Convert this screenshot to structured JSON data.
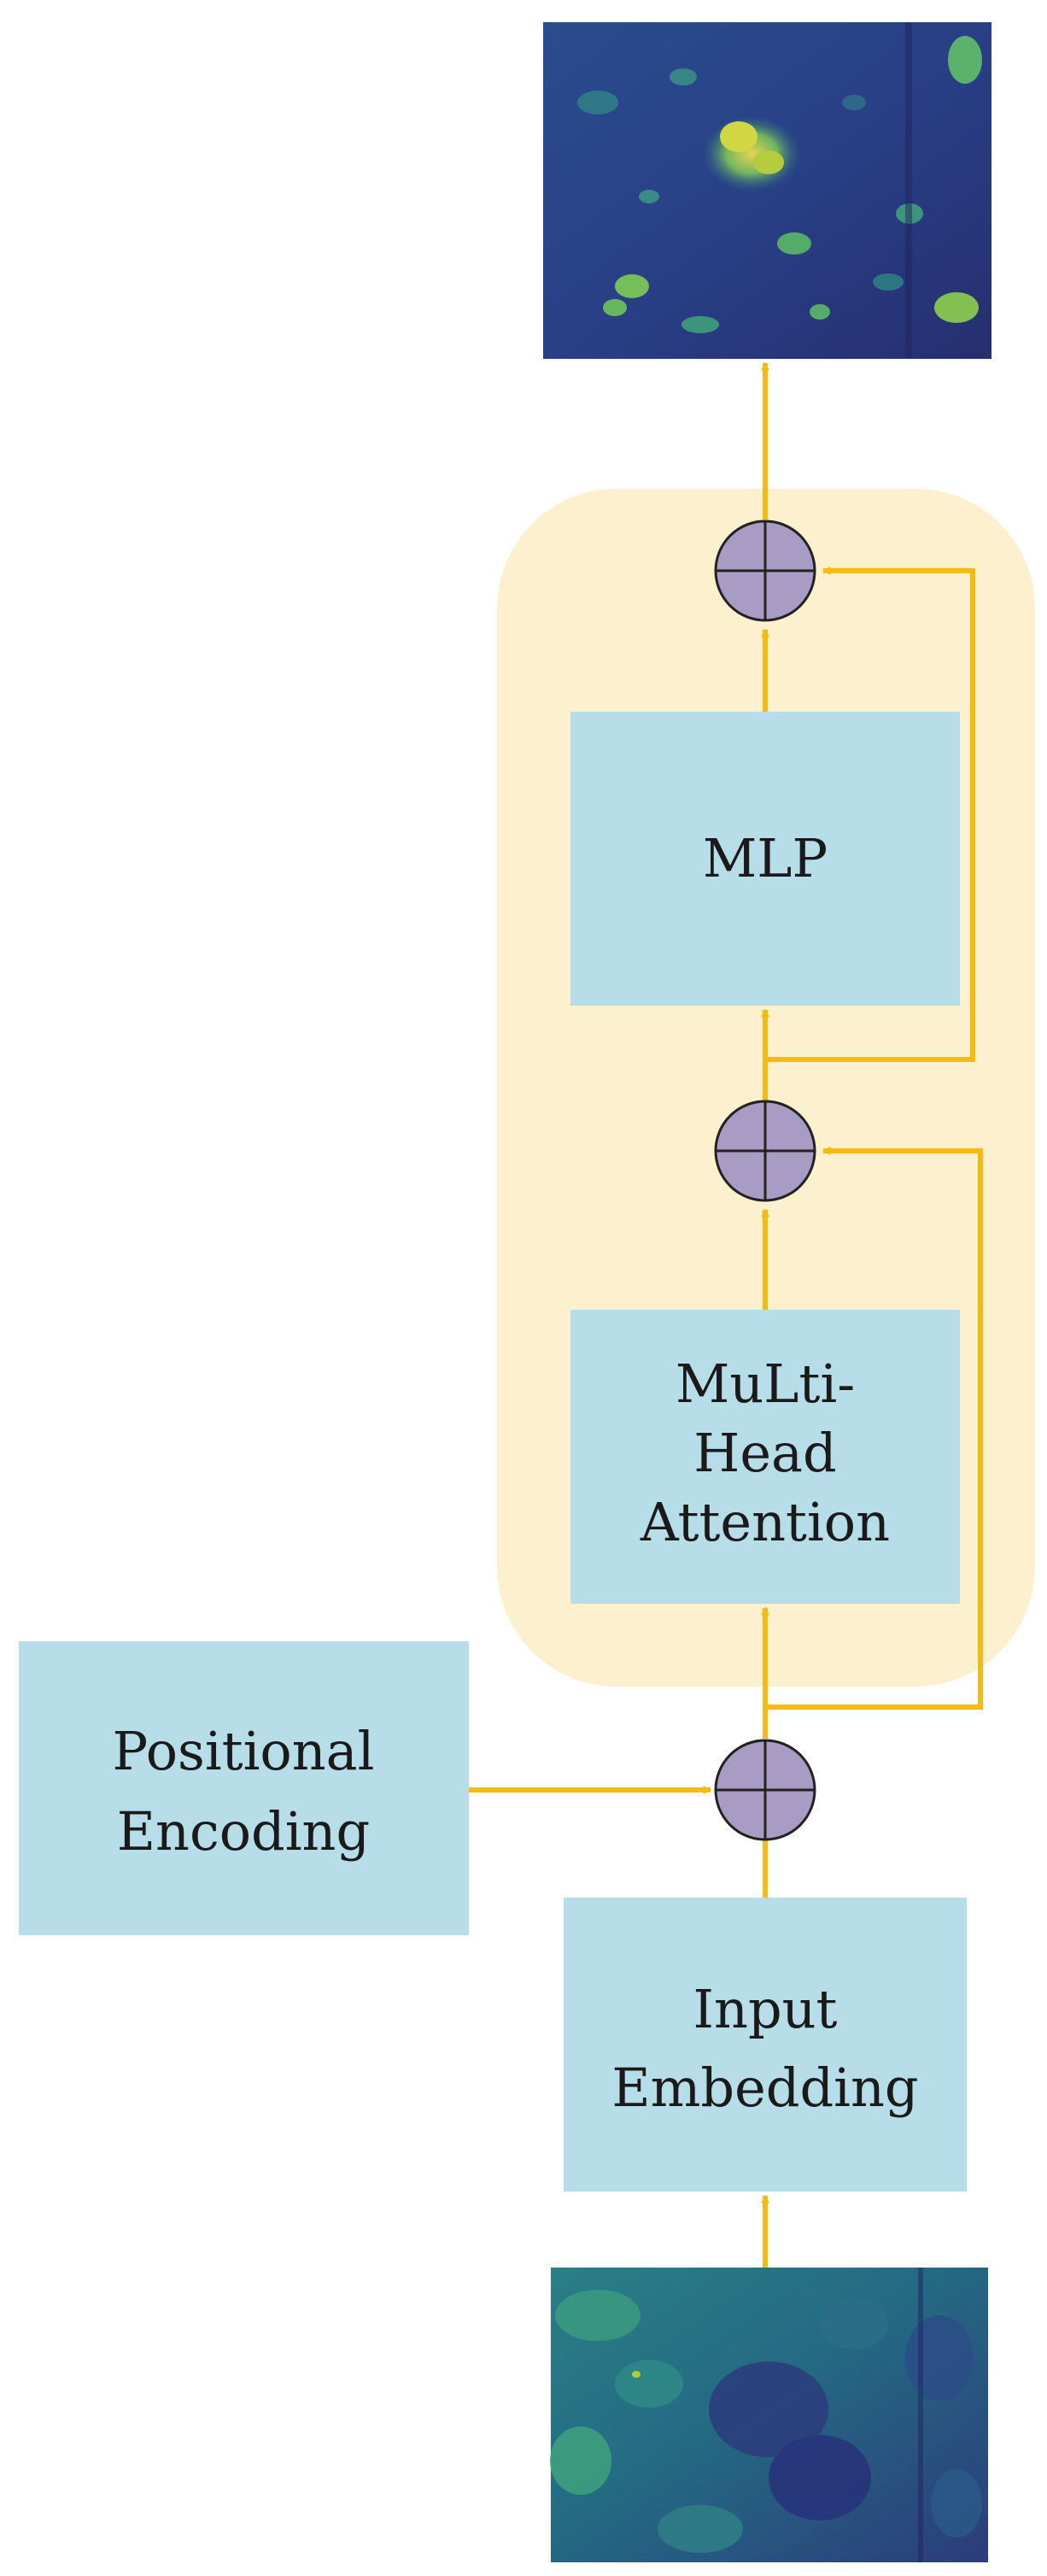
{
  "colors": {
    "background": "#ffffff",
    "block_fill": "#b7dde8",
    "encoder_region_fill": "#fdf0cf",
    "arrow": "#f6bb12",
    "adder_fill": "#a99cc4",
    "adder_stroke": "#222222",
    "image_dark": "#2a2f7a",
    "image_teal": "#2a8a86",
    "image_bright": "#c8dd2c"
  },
  "blocks": {
    "mlp": {
      "line1": "MLP"
    },
    "attention": {
      "line1": "MuLti-",
      "line2": "Head",
      "line3": "Attention"
    },
    "positional": {
      "line1": "Positional",
      "line2": "Encoding"
    },
    "input_embedding": {
      "line1": "Input",
      "line2": "Embedding"
    }
  },
  "images": {
    "output": {
      "icon": "feature-map-image"
    },
    "input": {
      "icon": "feature-map-image"
    }
  },
  "adders": {
    "icon": "circle-plus-icon"
  }
}
